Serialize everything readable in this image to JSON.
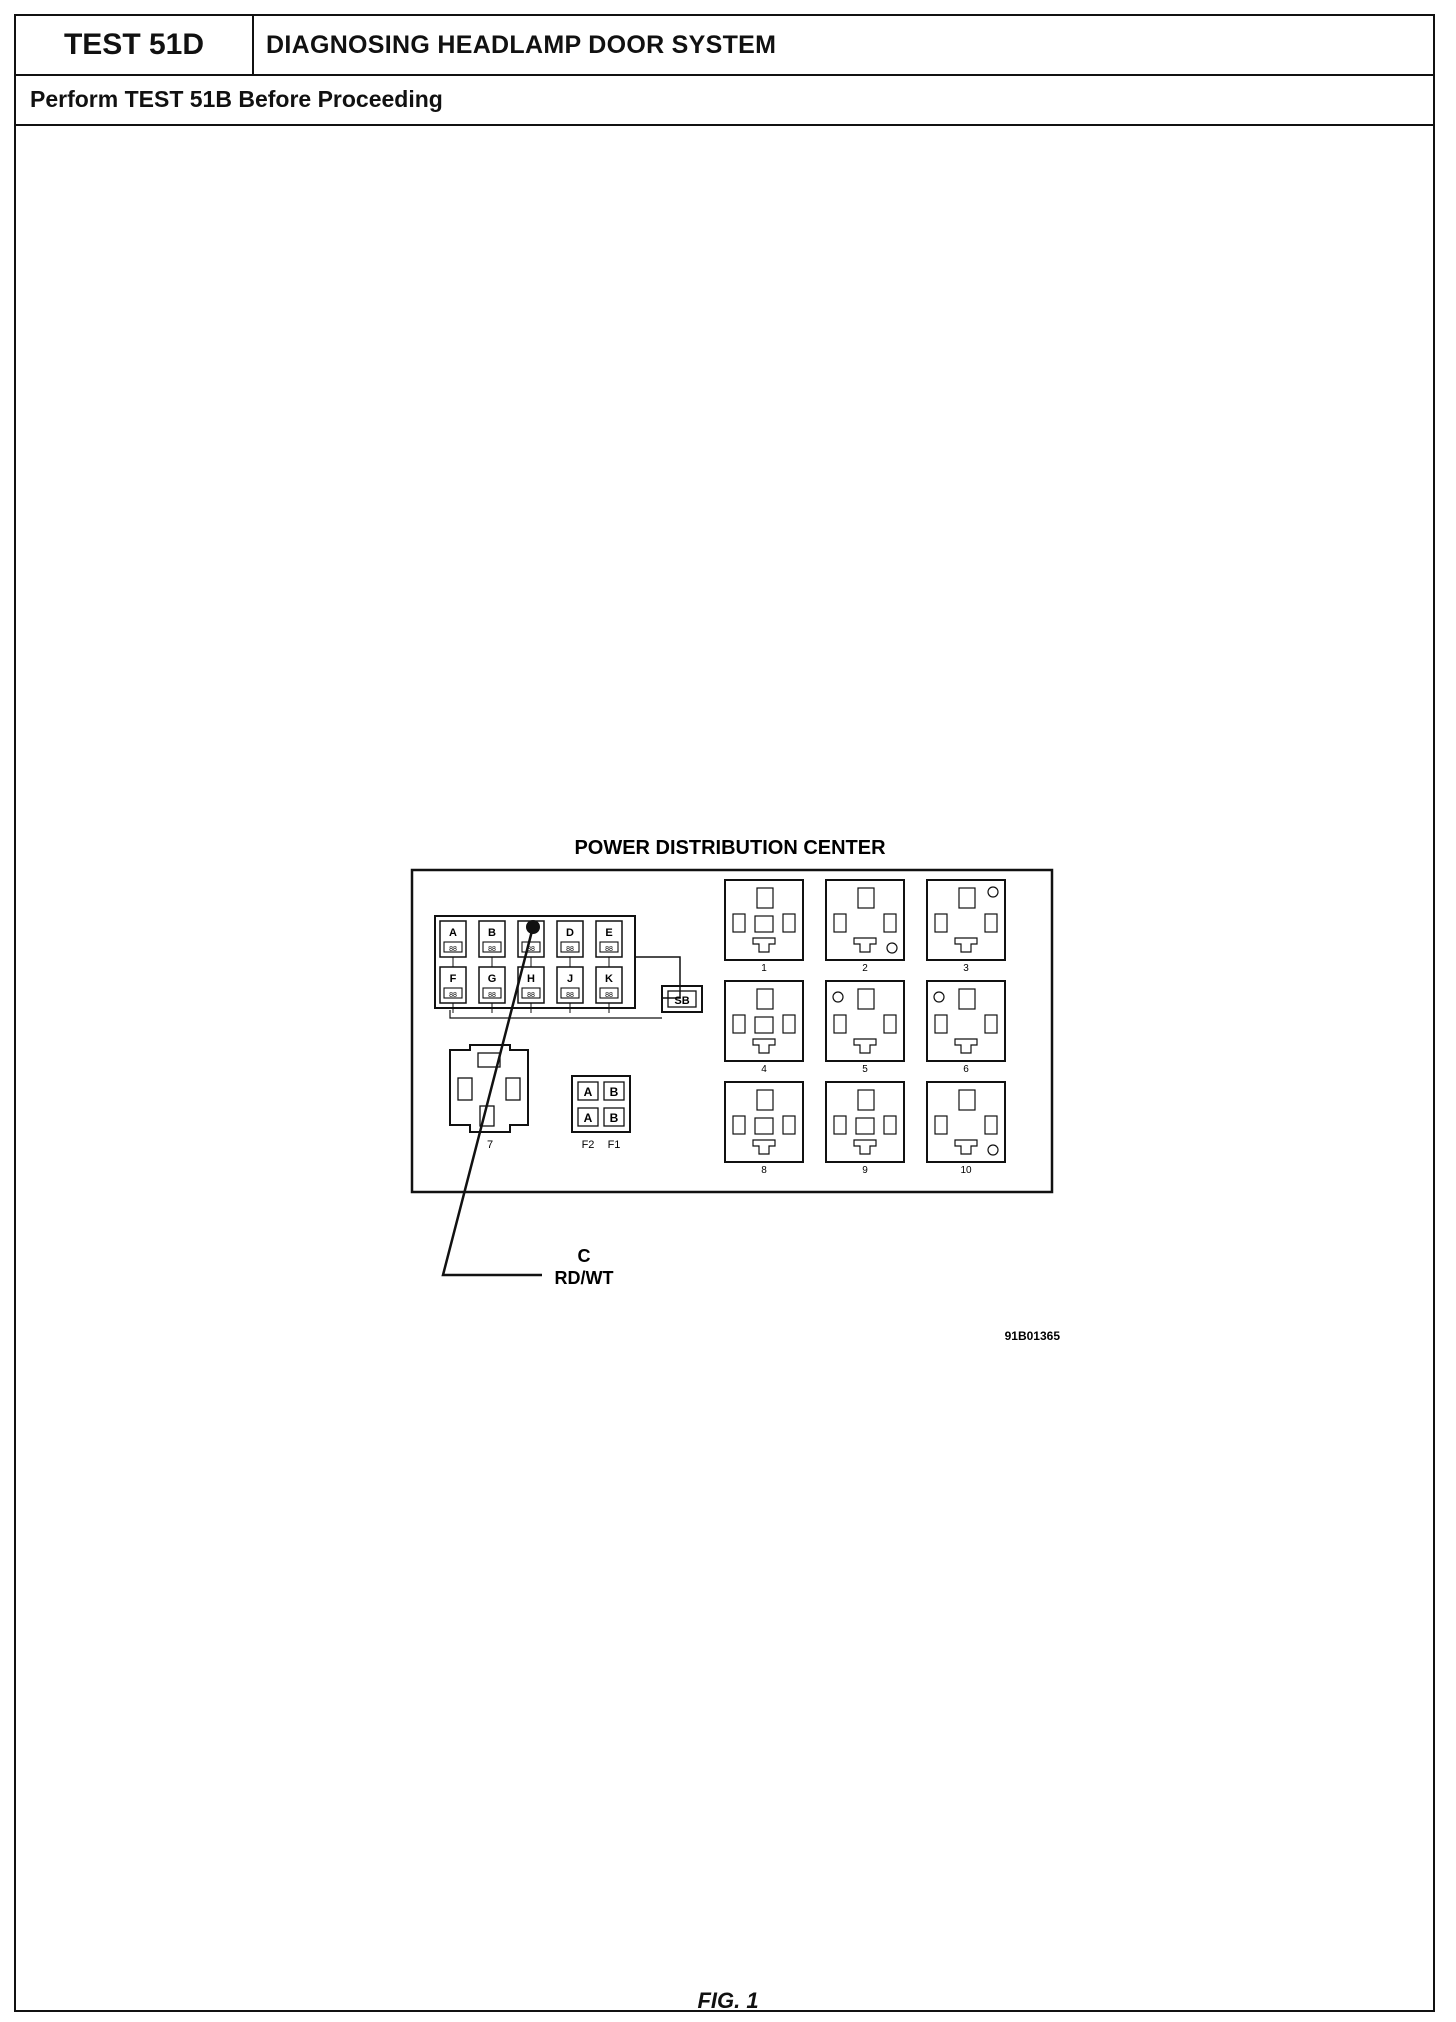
{
  "header": {
    "test_id": "TEST 51D",
    "title": "DIAGNOSING HEADLAMP DOOR SYSTEM",
    "subtitle": "Perform TEST 51B Before Proceeding"
  },
  "diagram": {
    "title": "POWER DISTRIBUTION CENTER",
    "fuse_row_top": [
      "A",
      "B",
      "",
      "D",
      "E"
    ],
    "fuse_row_bottom": [
      "F",
      "G",
      "H",
      "J",
      "K"
    ],
    "fuse_text": "88",
    "fuse_block_label": "SB",
    "highlighted_fuse": "C",
    "relay_numbers": [
      "1",
      "2",
      "3",
      "4",
      "5",
      "6",
      "8",
      "9",
      "10"
    ],
    "connector7_label": "7",
    "small_block_cells": [
      "A",
      "B",
      "A",
      "B"
    ],
    "small_block_labels": [
      "F2",
      "F1"
    ],
    "probe_pin": "C",
    "probe_wire": "RD/WT",
    "image_code": "91B01365"
  },
  "caption": "FIG. 1"
}
